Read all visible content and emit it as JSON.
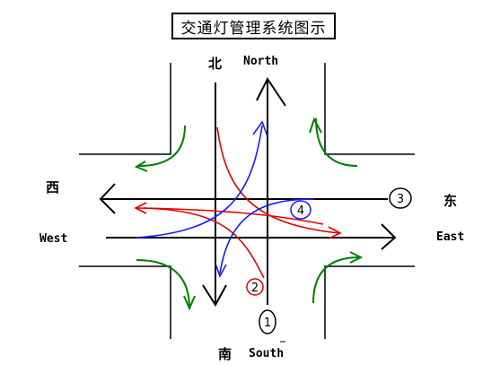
{
  "title": "交通灯管理系统图示",
  "directions": {
    "north_cn": "北",
    "north_en": "North",
    "south_cn": "南",
    "south_en": "South",
    "west_cn": "西",
    "west_en": "West",
    "east_cn": "东",
    "east_en": "East"
  },
  "route_markers": [
    "1",
    "2",
    "3",
    "4"
  ],
  "colors": {
    "road": "#000000",
    "right_turn": "#008000",
    "route_red": "#e00000",
    "route_blue": "#1a1aff"
  }
}
